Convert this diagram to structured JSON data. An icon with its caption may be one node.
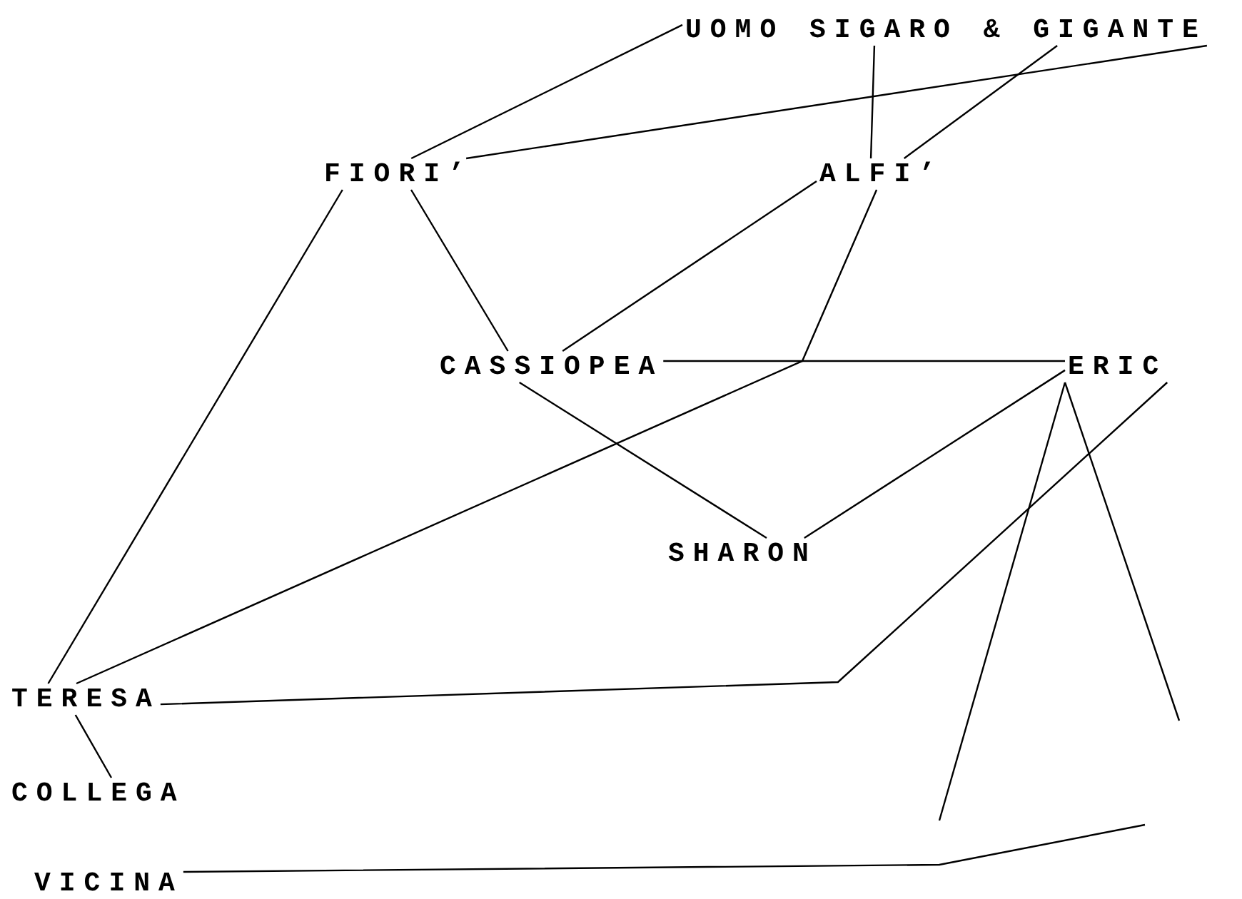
{
  "diagram": {
    "nodes": [
      {
        "text": [
          "UOMO SIGARO & GIGANTE"
        ]
      },
      {
        "text": [
          "FIORI’"
        ]
      },
      {
        "text": [
          "ALFI’"
        ]
      },
      {
        "text": [
          "CASSIOPEA"
        ]
      },
      {
        "text": [
          "ERIC"
        ]
      },
      {
        "text": [
          "SHARON"
        ]
      },
      {
        "text": [
          "TERESA"
        ]
      },
      {
        "text": [
          "COLLEGA"
        ]
      },
      {
        "text": [
          "VICINA"
        ]
      }
    ],
    "edges": [
      {
        "from": 0,
        "to": 1,
        "arrow": "none"
      },
      {
        "from": 0,
        "to": 2,
        "arrow": "none"
      },
      {
        "from": 0,
        "to": 1,
        "arrow": "none"
      },
      {
        "from": 0,
        "to": 2,
        "arrow": "none"
      },
      {
        "from": 1,
        "to": 3,
        "arrow": "none"
      },
      {
        "from": 2,
        "to": 3,
        "arrow": "none"
      },
      {
        "from": 2,
        "to": 6,
        "arrow": "none"
      },
      {
        "from": 3,
        "to": 4,
        "arrow": "none"
      },
      {
        "from": 1,
        "to": 6,
        "arrow": "none"
      },
      {
        "from": 3,
        "to": 5,
        "arrow": "none"
      },
      {
        "from": 4,
        "to": 5,
        "arrow": "none"
      },
      {
        "from": 4,
        "to": 6,
        "arrow": "none"
      },
      {
        "from": 4,
        "to": null,
        "arrow": "none"
      },
      {
        "from": 4,
        "to": null,
        "arrow": "none"
      },
      {
        "from": 8,
        "to": null,
        "arrow": "none"
      },
      {
        "from": 6,
        "to": 7,
        "arrow": "none"
      }
    ]
  }
}
